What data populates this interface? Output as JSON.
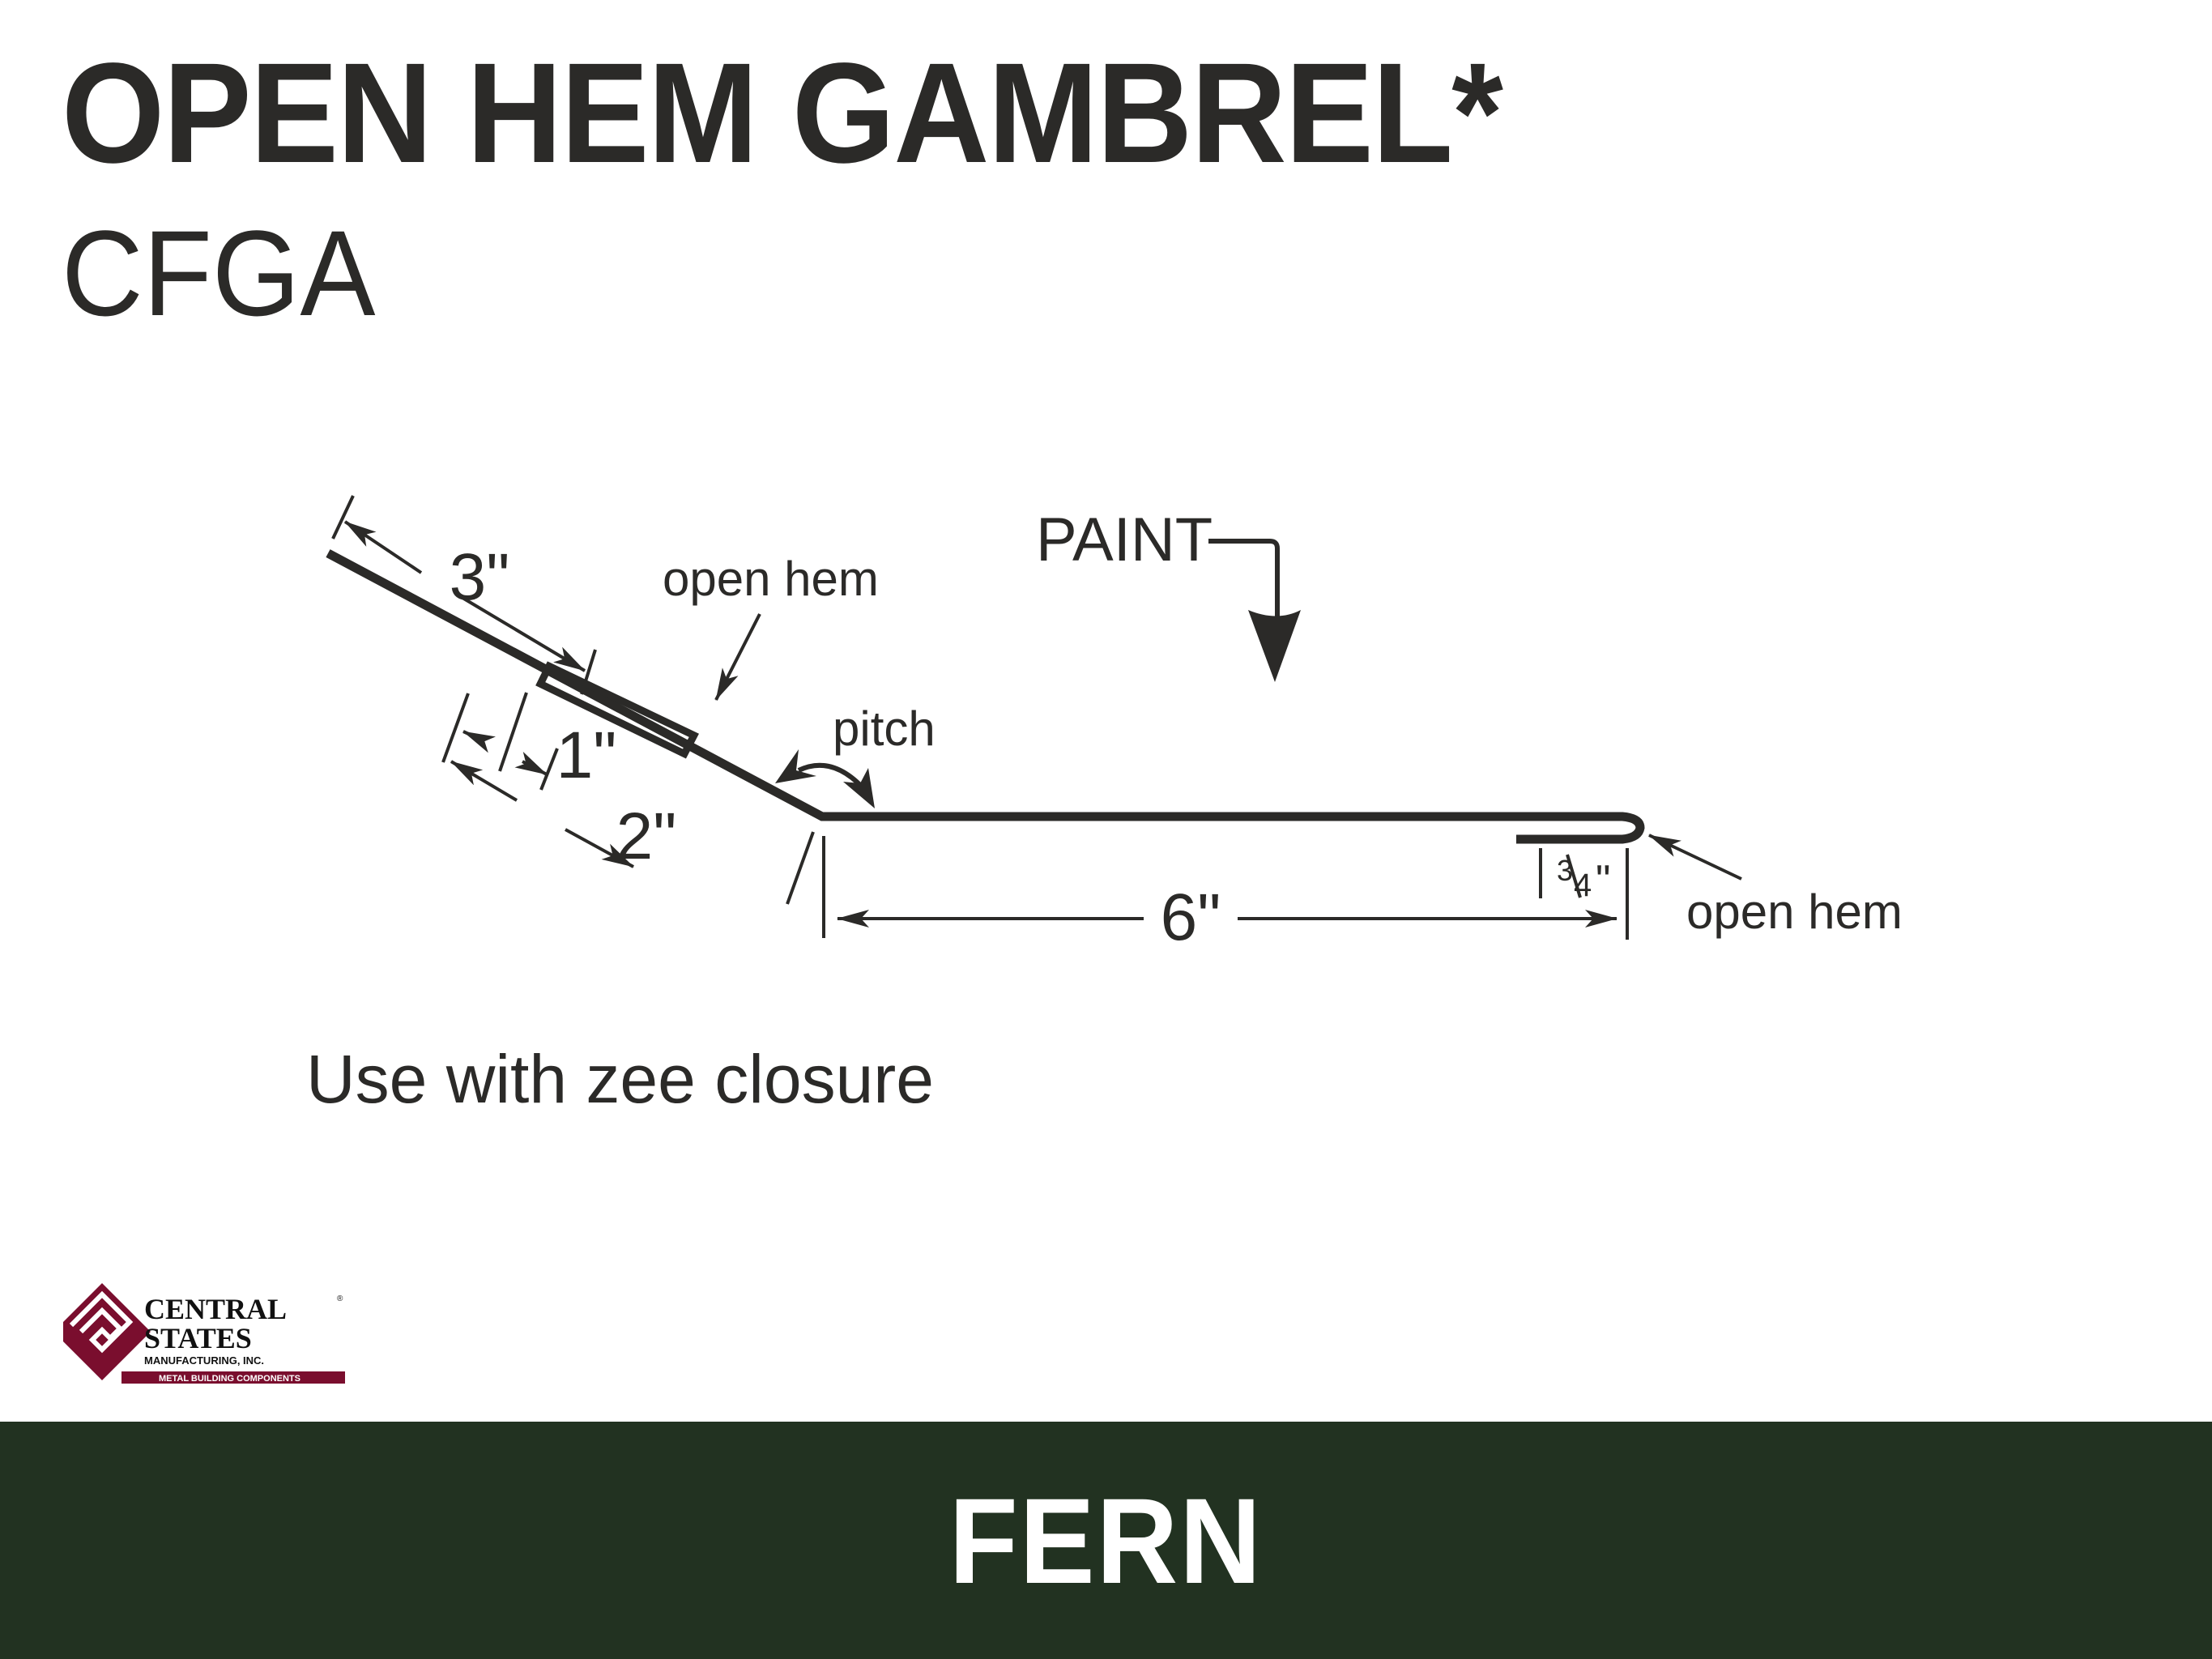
{
  "header": {
    "title": "OPEN HEM GAMBREL*",
    "part_code": "CFGA"
  },
  "diagram": {
    "paint_label": "PAINT",
    "pitch_label": "pitch",
    "open_hem_top_label": "open hem",
    "open_hem_right_label": "open hem",
    "dimensions": {
      "top_leg": "3\"",
      "hem_inner": "1\"",
      "slope_leg": "2\"",
      "flat_leg": "6\"",
      "end_hem_num": "3",
      "end_hem_den": "4",
      "end_hem_unit": "\""
    },
    "colors": {
      "line": "#2b2a28"
    }
  },
  "note": "Use with zee closure",
  "logo": {
    "line1": "CENTRAL",
    "line2": "STATES",
    "line3": "MANUFACTURING, INC.",
    "tagline": "METAL BUILDING COMPONENTS",
    "registered": "®",
    "brand_color": "#7a0e2e"
  },
  "footer": {
    "color_name": "FERN",
    "background": "#223221"
  }
}
